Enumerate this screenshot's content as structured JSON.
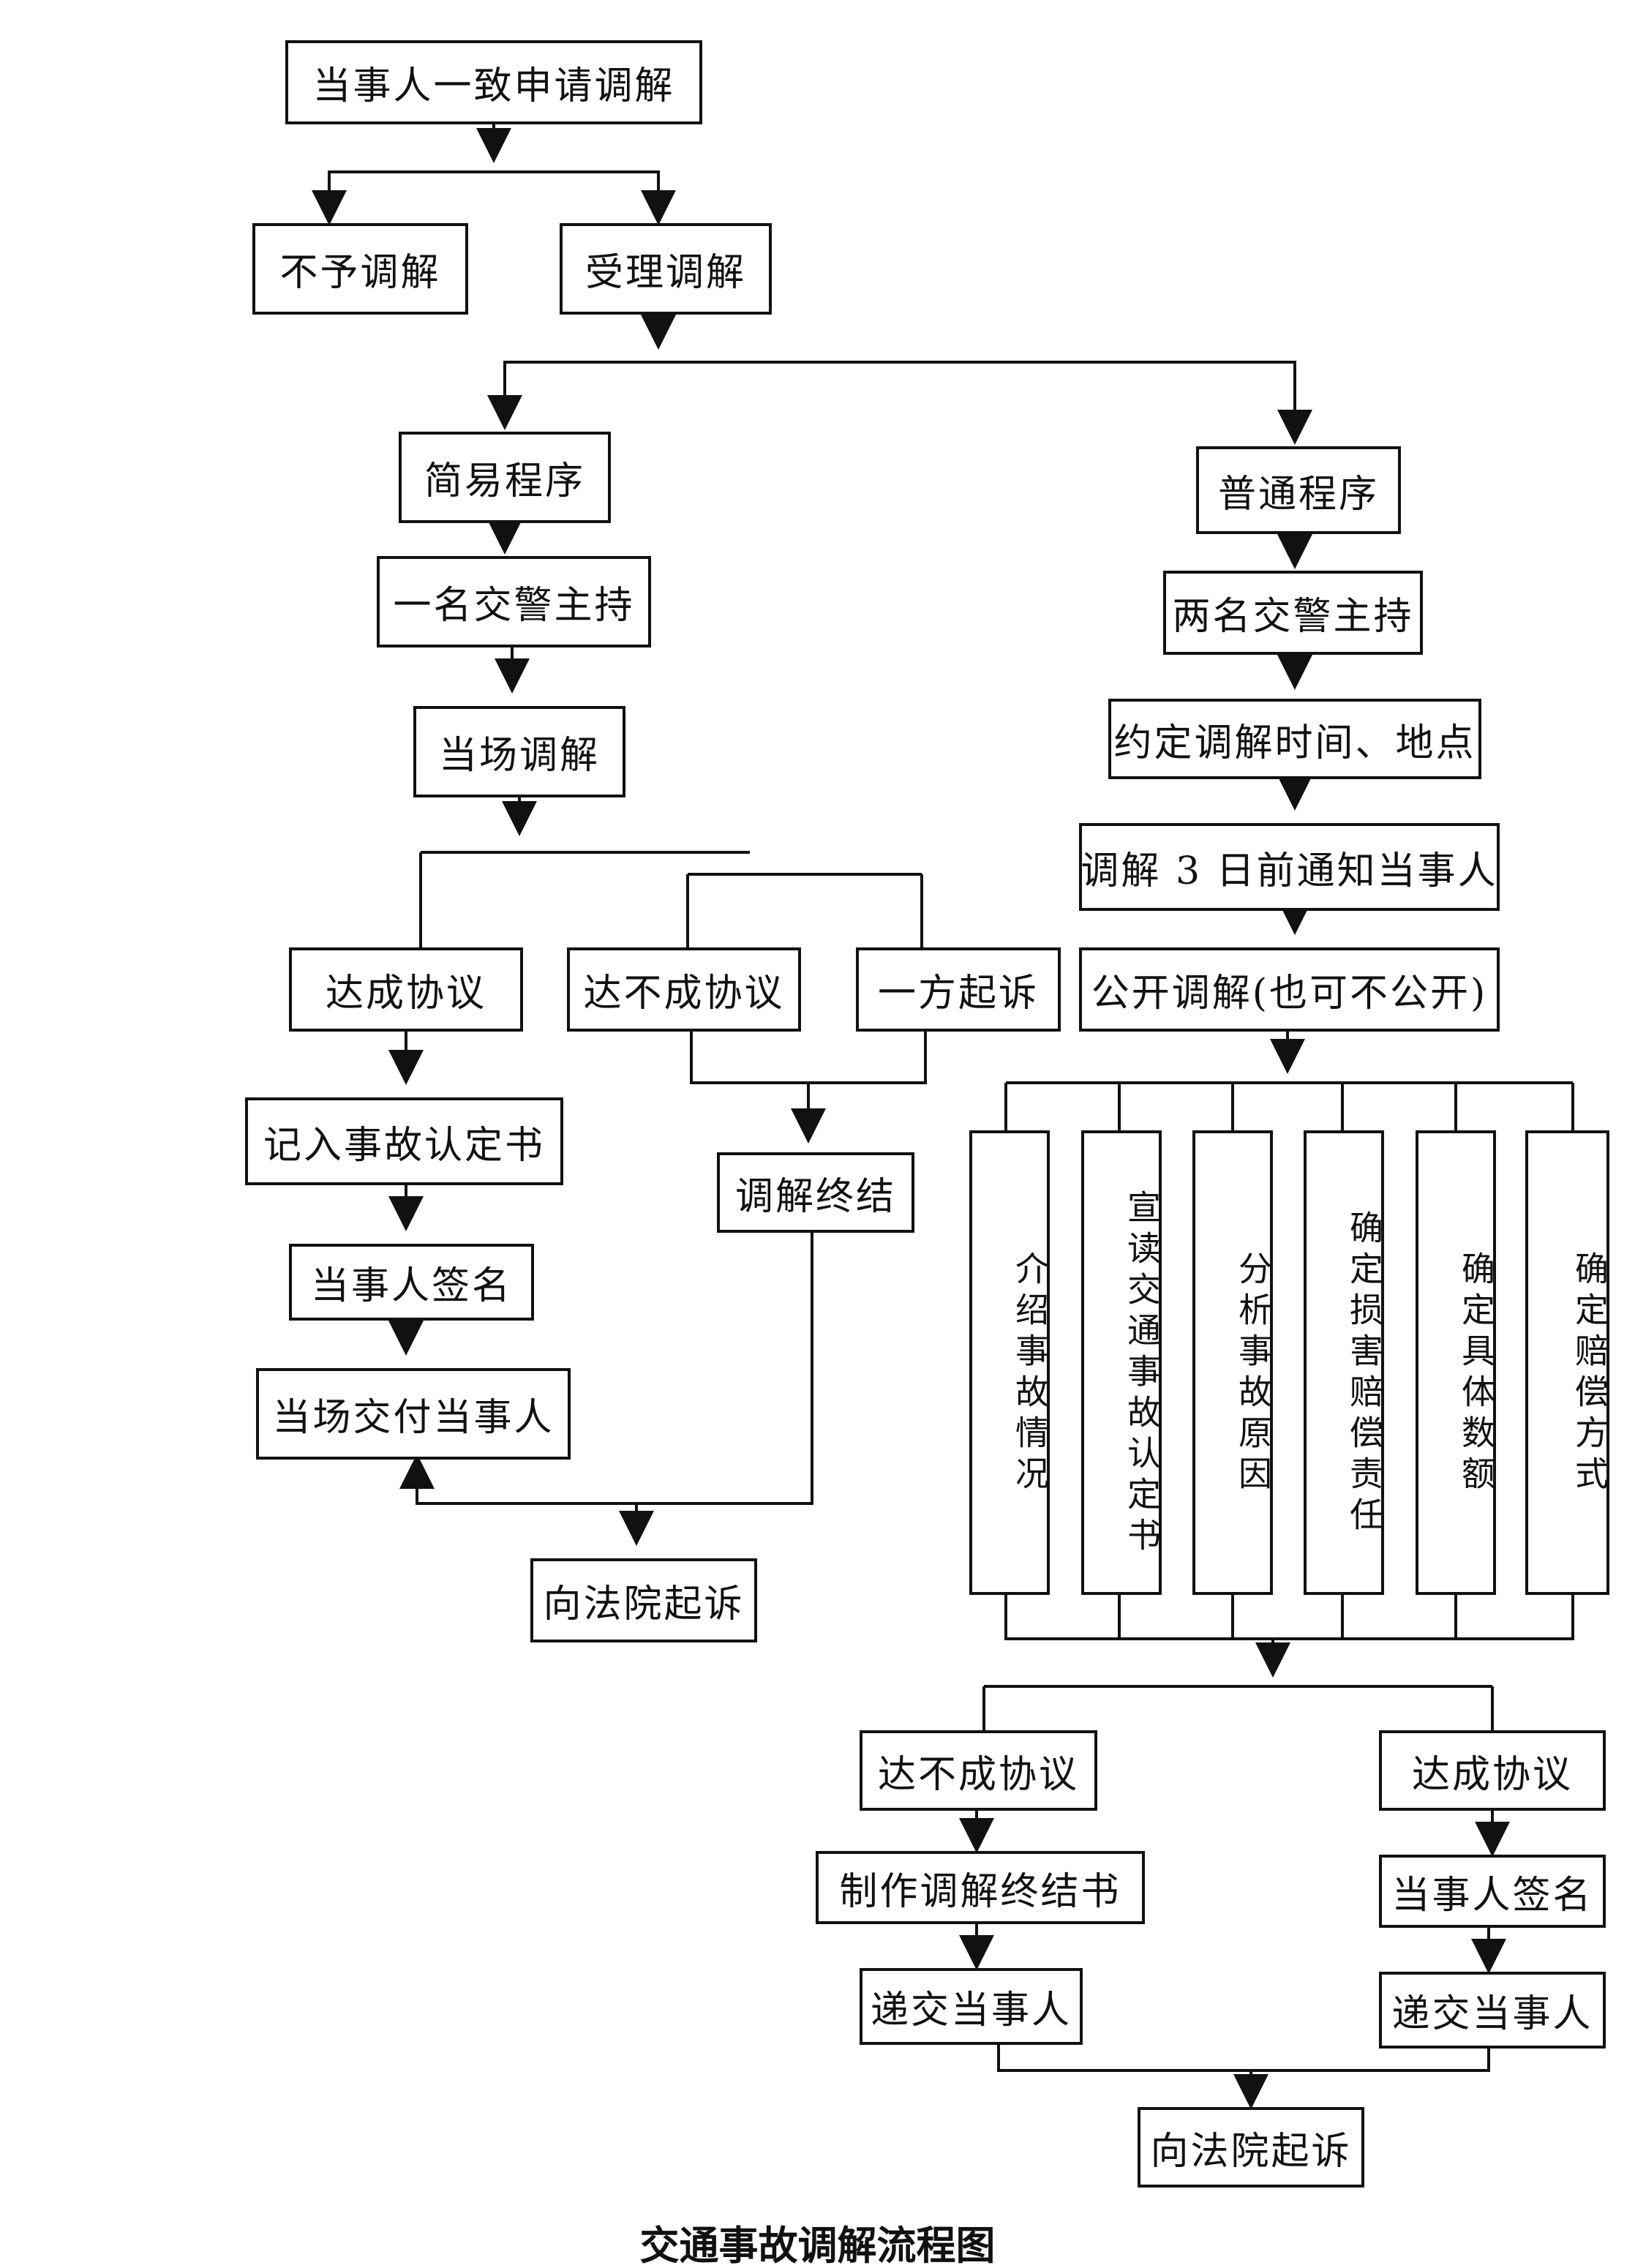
{
  "title": "交通事故调解流程图",
  "nodes": {
    "apply": "当事人一致申请调解",
    "reject": "不予调解",
    "accept": "受理调解",
    "simple": "简易程序",
    "one_police": "一名交警主持",
    "onsite_mediation": "当场调解",
    "agree_left": "达成协议",
    "disagree_left": "达不成协议",
    "one_side_sue": "一方起诉",
    "record": "记入事故认定书",
    "sign_left": "当事人签名",
    "deliver_onsite": "当场交付当事人",
    "mediation_end": "调解终结",
    "court_left": "向法院起诉",
    "normal": "普通程序",
    "two_police": "两名交警主持",
    "appoint": "约定调解时间、地点",
    "notify": "调解 3 日前通知当事人",
    "public": "公开调解(也可不公开)",
    "step1": "介绍事故情况",
    "step2": "宣读交通事故认定书",
    "step3": "分析事故原因",
    "step4": "确定损害赔偿责任",
    "step5": "确定具体数额",
    "step6": "确定赔偿方式",
    "disagree_right": "达不成协议",
    "agree_right": "达成协议",
    "make_end_doc": "制作调解终结书",
    "sign_right": "当事人签名",
    "deliver_right_a": "递交当事人",
    "deliver_right_b": "递交当事人",
    "court_right": "向法院起诉"
  }
}
